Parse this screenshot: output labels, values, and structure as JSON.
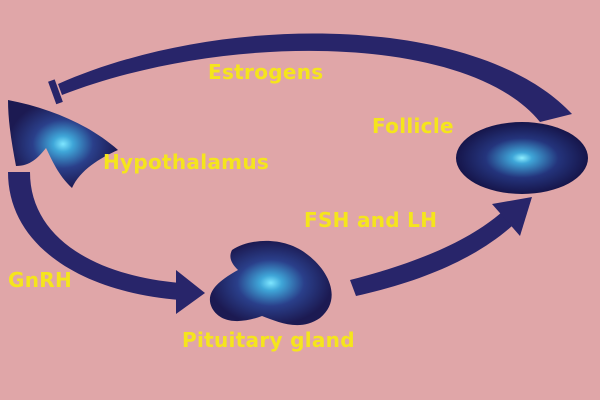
{
  "labels": {
    "estrogens": "Estrogens",
    "follicle": "Follicle",
    "hypothalamus": "Hypothalamus",
    "fsh_lh": "FSH and LH",
    "gnrh": "GnRH",
    "pituitary": "Pituitary gland"
  },
  "colors": {
    "background": "#e0a6a8",
    "arrow": "#28256a",
    "label": "#f5e51c",
    "organ_dark": "#1c1a52",
    "organ_glow": "#56c8f0"
  }
}
